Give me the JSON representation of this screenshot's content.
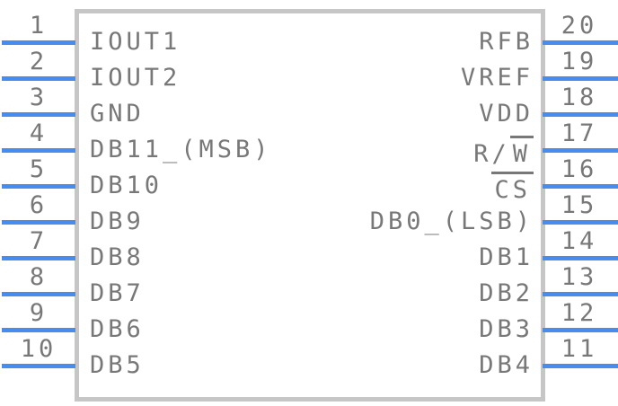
{
  "diagram": {
    "pins_left": [
      {
        "number": "1",
        "label": "IOUT1"
      },
      {
        "number": "2",
        "label": "IOUT2"
      },
      {
        "number": "3",
        "label": "GND"
      },
      {
        "number": "4",
        "label": "DB11_(MSB)"
      },
      {
        "number": "5",
        "label": "DB10"
      },
      {
        "number": "6",
        "label": "DB9"
      },
      {
        "number": "7",
        "label": "DB8"
      },
      {
        "number": "8",
        "label": "DB7"
      },
      {
        "number": "9",
        "label": "DB6"
      },
      {
        "number": "10",
        "label": "DB5"
      }
    ],
    "pins_right": [
      {
        "number": "20",
        "label": "RFB"
      },
      {
        "number": "19",
        "label": "VREF"
      },
      {
        "number": "18",
        "label": "VDD"
      },
      {
        "number": "17",
        "label": "R/W",
        "overline": "W"
      },
      {
        "number": "16",
        "label": "CS",
        "overline": "CS"
      },
      {
        "number": "15",
        "label": "DB0_(LSB)"
      },
      {
        "number": "14",
        "label": "DB1"
      },
      {
        "number": "13",
        "label": "DB2"
      },
      {
        "number": "12",
        "label": "DB3"
      },
      {
        "number": "11",
        "label": "DB4"
      }
    ],
    "colors": {
      "pin_line": "#488cf0",
      "text": "#787878",
      "body_border": "#c6c6c6",
      "body_fill": "#ffffff"
    }
  }
}
